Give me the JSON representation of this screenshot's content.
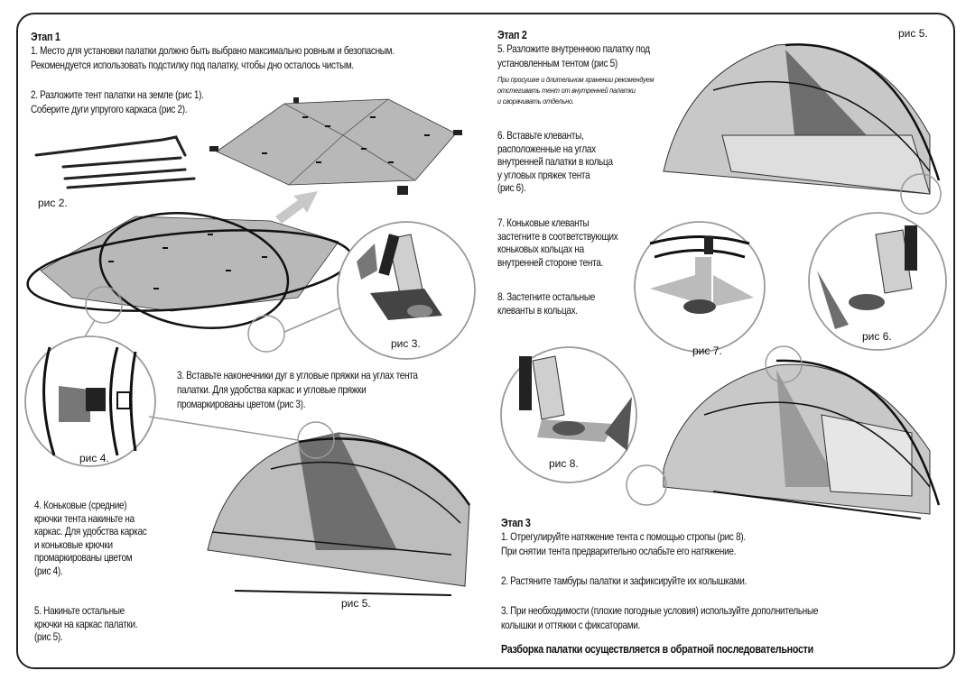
{
  "stage1": {
    "title": "Этап 1",
    "p1_line1": "1. Место для установки палатки должно быть выбрано максимально ровным и безопасным.",
    "p1_line2": "Рекомендуется использовать подстилку под палатку, чтобы дно осталось чистым.",
    "p2_line1": "2. Разложите тент палатки на земле (рис 1).",
    "p2_line2": "Соберите дуги упругого каркаса (рис 2).",
    "p3_line1": "3. Вставьте наконечники дуг в угловые пряжки на углах тента",
    "p3_line2": "палатки. Для удобства каркас и угловые пряжки",
    "p3_line3": "промаркированы цветом (рис 3).",
    "p4_lines": [
      "4. Коньковые (средние)",
      "крючки тента накиньте на",
      "каркас. Для удобства каркас",
      "и коньковые крючки",
      "промаркированы цветом",
      "(рис 4)."
    ],
    "p5_lines": [
      "5. Накиньте остальные",
      "крючки на каркас палатки.",
      " (рис 5)."
    ]
  },
  "stage2": {
    "title": "Этап 2",
    "p5_line1": "5. Разложите внутреннюю палатку под",
    "p5_line2": "установленным тентом (рис 5)",
    "note_lines": [
      "При просушке и длительном хранении рекомендуем",
      "отстегивать тент от внутренней палатки",
      "и сворачивать отдельно."
    ],
    "p6_lines": [
      "6. Вставьте клеванты,",
      "расположенные на углах",
      "внутренней палатки в кольца",
      "у угловых пряжек тента",
      "(рис 6)."
    ],
    "p7_lines": [
      "7. Коньковые клеванты",
      "застегните в соответствующих",
      "коньковых кольцах на",
      "внутренней стороне тента."
    ],
    "p8_lines": [
      "8. Застегните остальные",
      "клеванты в кольцах."
    ]
  },
  "stage3": {
    "title": "Этап 3",
    "p1_line1": "1. Отрегулируйте натяжение тента с помощью стропы (рис 8).",
    "p1_line2": "При снятии тента предварительно ослабьте его натяжение.",
    "p2": "2. Растяните тамбуры палатки и зафиксируйте их колышками.",
    "p3_line1": "3. При необходимости (плохие погодные условия) используйте дополнительные",
    "p3_line2": "колышки и оттяжки с фиксаторами.",
    "footer": "Разборка палатки осуществляется в обратной последовательности"
  },
  "captions": {
    "fig2": "рис 2.",
    "fig3": "рис 3.",
    "fig4": "рис 4.",
    "fig5_left": "рис 5.",
    "fig5_right": "рис 5.",
    "fig6": "рис 6.",
    "fig7": "рис 7.",
    "fig8": "рис 8."
  },
  "colors": {
    "fly_gray": "#b8b8b8",
    "dark_gray": "#6e6e6e",
    "outline": "#1a1a1a",
    "circle_stroke": "#9a9a9a"
  }
}
